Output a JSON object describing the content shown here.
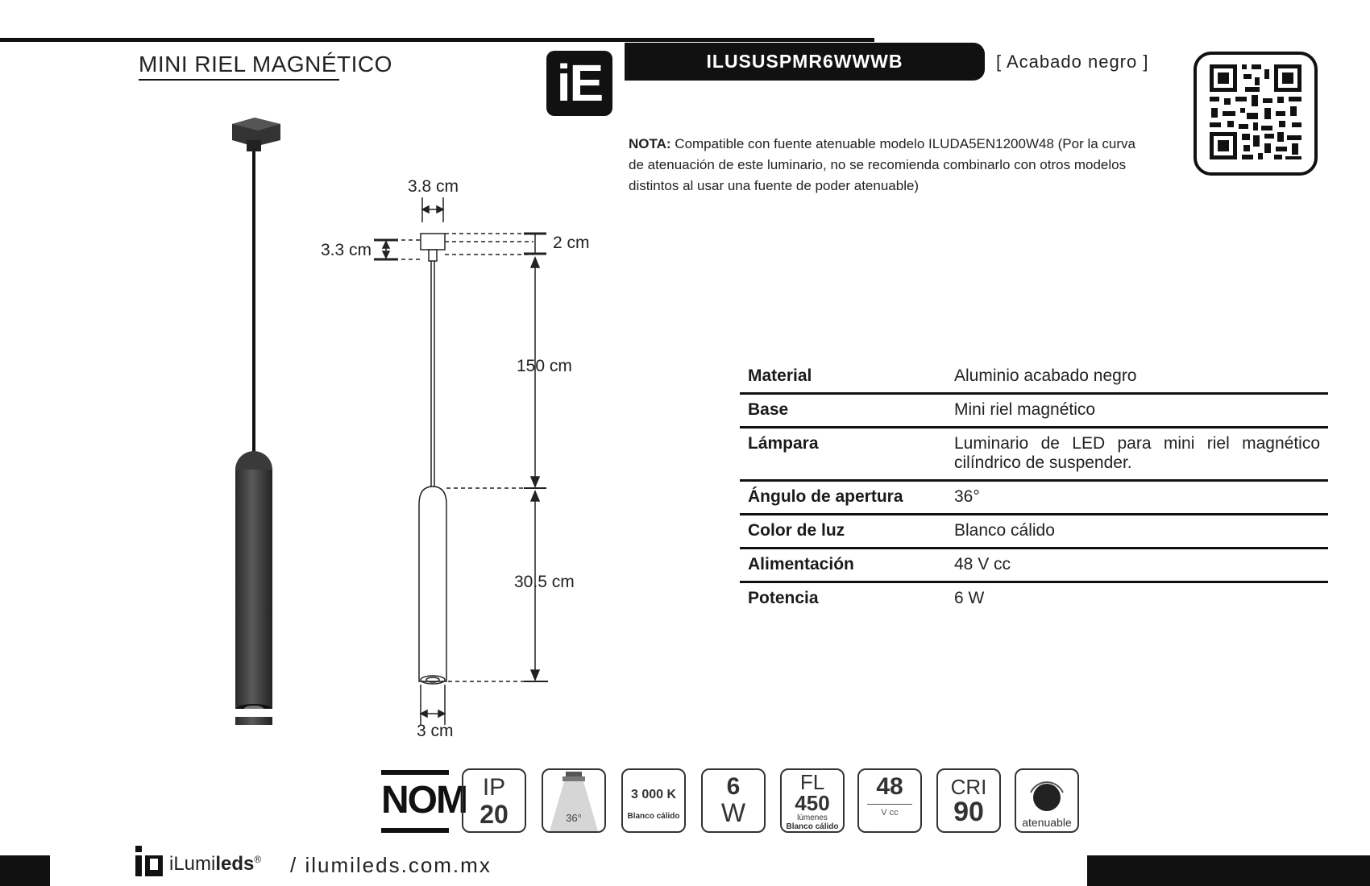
{
  "header": {
    "title": "MINI RIEL MAGNÉTICO",
    "logo_text": "iE",
    "product_code": "ILUSUSPMR6WWWB",
    "finish": "[ Acabado negro ]",
    "note_label": "NOTA:",
    "note_text": " Compatible con fuente atenuable modelo ILUDA5EN1200W48 (Por la curva de atenuación de este luminario, no se recomienda combinarlo con otros modelos distintos al usar una fuente de poder atenuable)"
  },
  "dimensions": {
    "base_width": "3.8 cm",
    "base_height": "3.3 cm",
    "connector": "2 cm",
    "cable": "150 cm",
    "body": "30.5 cm",
    "diameter": "3 cm"
  },
  "specs": [
    {
      "key": "Material",
      "value": "Aluminio acabado negro"
    },
    {
      "key": "Base",
      "value": "Mini riel magnético"
    },
    {
      "key": "Lámpara",
      "value": "Luminario de LED para mini riel magnético cilíndrico de suspender."
    },
    {
      "key": "Ángulo de apertura",
      "value": "36°"
    },
    {
      "key": "Color de luz",
      "value": "Blanco cálido"
    },
    {
      "key": "Alimentación",
      "value": "48 V cc"
    },
    {
      "key": "Potencia",
      "value": "6 W"
    }
  ],
  "badges": {
    "nom": "NOM",
    "ip_label": "IP",
    "ip_value": "20",
    "angle": "36°",
    "cct_value": "3 000 K",
    "cct_label": "Blanco cálido",
    "power_value": "6",
    "power_unit": "W",
    "flux_label": "FL",
    "flux_value": "450",
    "flux_unit": "lúmenes",
    "flux_color": "Blanco cálido",
    "volt_value": "48",
    "volt_unit": "V cc",
    "cri_label": "CRI",
    "cri_value": "90",
    "dim_label": "atenuable"
  },
  "footer": {
    "brand_light": "iLumi",
    "brand_bold": "leds",
    "brand_mark": "®",
    "url": "/ ilumileds.com.mx"
  },
  "colors": {
    "ink": "#111111",
    "body_gray": "#3a3a3a"
  }
}
